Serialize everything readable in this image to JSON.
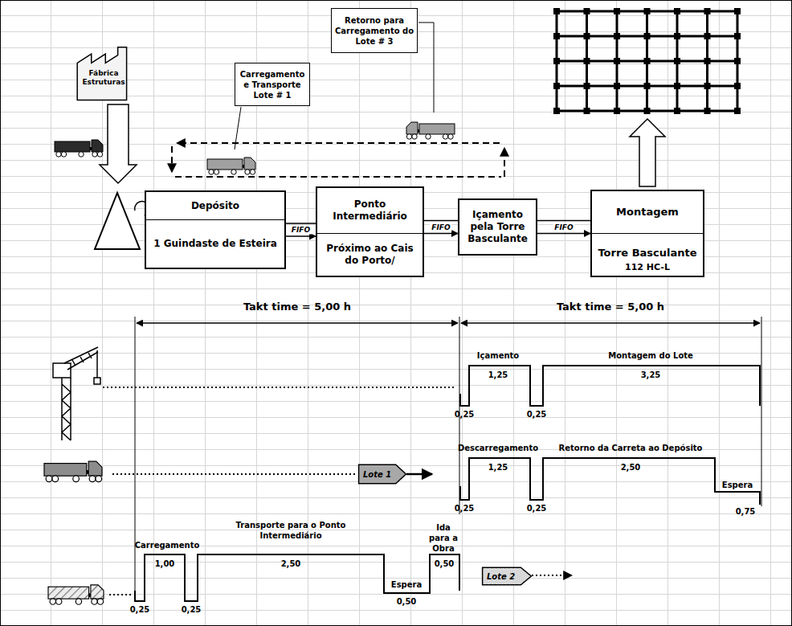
{
  "diagram": {
    "nodes": [
      {
        "text": [
          "Fábrica Estruturas"
        ]
      },
      {
        "text": [
          "Carregamento e Transporte Lote # 1"
        ]
      },
      {
        "text": [
          "Retorno para Carregamento do Lote # 3"
        ]
      },
      {
        "text": [
          "Depósito",
          "1 Guindaste de Esteira"
        ]
      },
      {
        "text": [
          "Ponto Intermediário",
          "Próximo ao Cais do Porto/"
        ]
      },
      {
        "text": [
          "Içamento pela Torre Basculante"
        ]
      },
      {
        "text": [
          "Montagem",
          "Torre Basculante",
          "112 HC-L"
        ]
      },
      {
        "text": [
          "Lote 1"
        ]
      },
      {
        "text": [
          "Lote 2"
        ]
      }
    ],
    "edges": [
      {
        "from": 3,
        "to": 4,
        "label": "FIFO",
        "arrow": "to"
      },
      {
        "from": 4,
        "to": 5,
        "label": "FIFO",
        "arrow": "to"
      },
      {
        "from": 5,
        "to": 6,
        "label": "FIFO",
        "arrow": "to"
      }
    ],
    "labels": [
      "Takt time = 5,00 h",
      "Takt time = 5,00 h",
      "Içamento",
      "1,25",
      "Montagem do Lote",
      "3,25",
      "0,25",
      "0,25",
      "Descarregamento",
      "1,25",
      "Retorno da Carreta ao Depósito",
      "2,50",
      "Espera",
      "0,25",
      "0,25",
      "0,75",
      "Carregamento",
      "1,00",
      "Transporte para o Ponto Intermediário",
      "2,50",
      "Espera",
      "Ida para a Obra",
      "0,50",
      "0,25",
      "0,25",
      "0,50"
    ]
  }
}
